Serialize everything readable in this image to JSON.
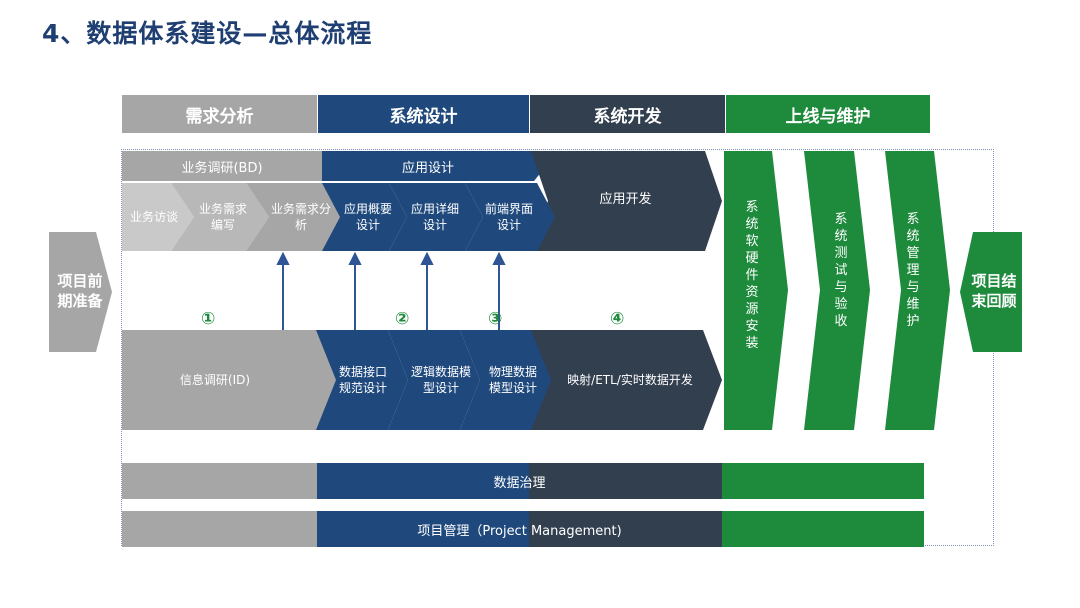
{
  "title": "4、数据体系建设—总体流程",
  "phases": [
    "需求分析",
    "系统设计",
    "系统开发",
    "上线与维护"
  ],
  "left_block": "项目前期准备",
  "right_block": "项目结束回顾",
  "upper_groups": {
    "bd": "业务调研(BD)",
    "app_design": "应用设计"
  },
  "app_dev": "应用开发",
  "upper_steps": [
    "业务访谈",
    "业务需求编写",
    "业务需求分析",
    "应用概要设计",
    "应用详细设计",
    "前端界面设计"
  ],
  "lower_steps": [
    "信息调研(ID)",
    "数据接口规范设计",
    "逻辑数据模型设计",
    "物理数据模型设计",
    "映射/ETL/实时数据开发"
  ],
  "markers": [
    "①",
    "②",
    "③",
    "④"
  ],
  "green_steps": [
    "系统软硬件资源安装",
    "系统测试与验收",
    "系统管理与维护"
  ],
  "bars": {
    "governance": "数据治理",
    "pm": "项目管理（Project Management)"
  },
  "colors": {
    "gray": "#a6a6a6",
    "gray_light": "#c9c9c9",
    "navy": "#1f497d",
    "dark": "#323f4f",
    "green": "#1e8a3c",
    "marker": "#1e8a3c"
  }
}
